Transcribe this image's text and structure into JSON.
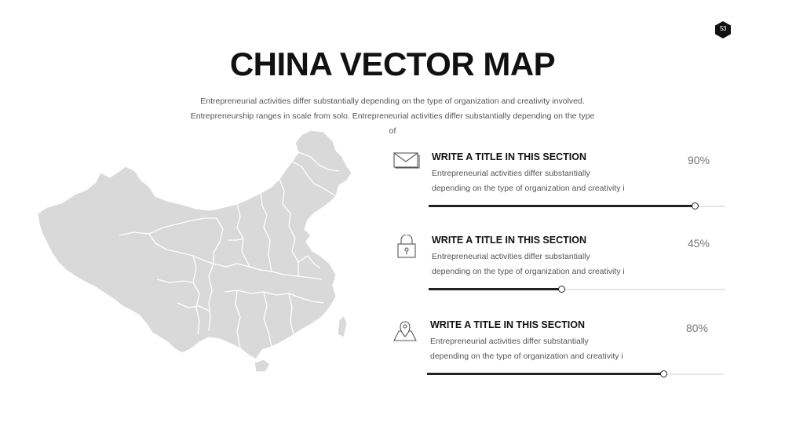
{
  "page_number": "53",
  "title": "CHINA VECTOR MAP",
  "intro_line1": "Entrepreneurial activities differ substantially depending on the type of organization and creativity involved.",
  "intro_line2": "Entrepreneurship ranges in scale from solo. Entrepreneurial activities differ substantially depending on the type",
  "intro_line3": "of",
  "colors": {
    "map_fill": "#d9d9d9",
    "accent": "#222222",
    "track": "#e6e6e6"
  },
  "items": [
    {
      "icon": "envelope-icon",
      "heading": "WRITE A TITLE IN THIS SECTION",
      "desc_line1": "Entrepreneurial activities differ substantially",
      "desc_line2": "depending on the type of organization and creativity i",
      "percent_label": "90%",
      "progress": 0.9
    },
    {
      "icon": "lock-icon",
      "heading": "WRITE A TITLE IN THIS SECTION",
      "desc_line1": "Entrepreneurial activities differ substantially",
      "desc_line2": "depending on the type of organization and creativity i",
      "percent_label": "45%",
      "progress": 0.45
    },
    {
      "icon": "map-pin-icon",
      "heading": "WRITE A TITLE IN THIS SECTION",
      "desc_line1": "Entrepreneurial activities differ substantially",
      "desc_line2": "depending on the type of organization and creativity i",
      "percent_label": "80%",
      "progress": 0.8
    }
  ]
}
